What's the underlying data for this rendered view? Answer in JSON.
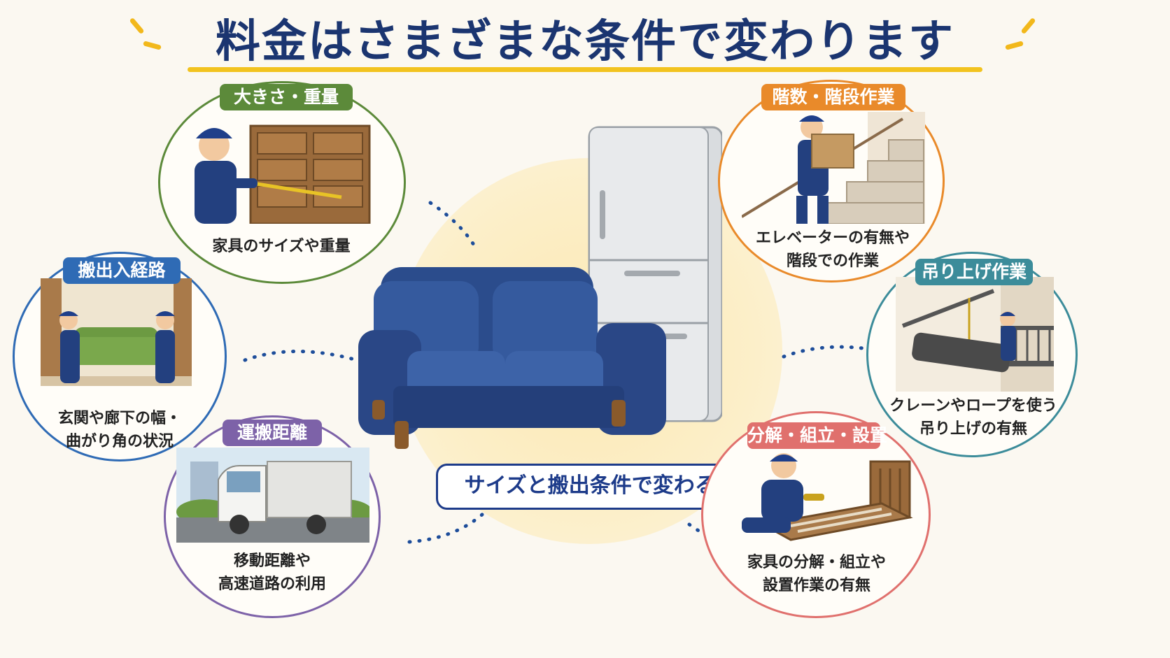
{
  "title": "料金はさまざまな条件で変わります",
  "center_label": "サイズと搬出条件で変わる!",
  "colors": {
    "title": "#1b3570",
    "accent_yellow": "#f2c31f",
    "navy": "#1d3b8a"
  },
  "conditions": [
    {
      "badge": "大きさ・重量",
      "lines": [
        "家具のサイズや重量"
      ],
      "color": "#5c8a3a",
      "icon": "measuring-furniture-illustration"
    },
    {
      "badge": "階数・階段作業",
      "lines": [
        "エレベーターの有無や",
        "階段での作業"
      ],
      "color": "#e98a2a",
      "icon": "carrying-box-upstairs-illustration"
    },
    {
      "badge": "搬出入経路",
      "lines": [
        "玄関や廊下の幅・",
        "曲がり角の状況"
      ],
      "color": "#2f6bb5",
      "icon": "carrying-sofa-through-door-illustration"
    },
    {
      "badge": "吊り上げ作業",
      "lines": [
        "クレーンやロープを使う",
        "吊り上げの有無"
      ],
      "color": "#3c8c9a",
      "icon": "crane-lifting-sofa-illustration"
    },
    {
      "badge": "運搬距離",
      "lines": [
        "移動距離や",
        "高速道路の利用"
      ],
      "color": "#7d62a8",
      "icon": "truck-illustration"
    },
    {
      "badge": "分解・組立・設置",
      "lines": [
        "家具の分解・組立や",
        "設置作業の有無"
      ],
      "color": "#e0706d",
      "icon": "assembling-bed-illustration"
    }
  ]
}
